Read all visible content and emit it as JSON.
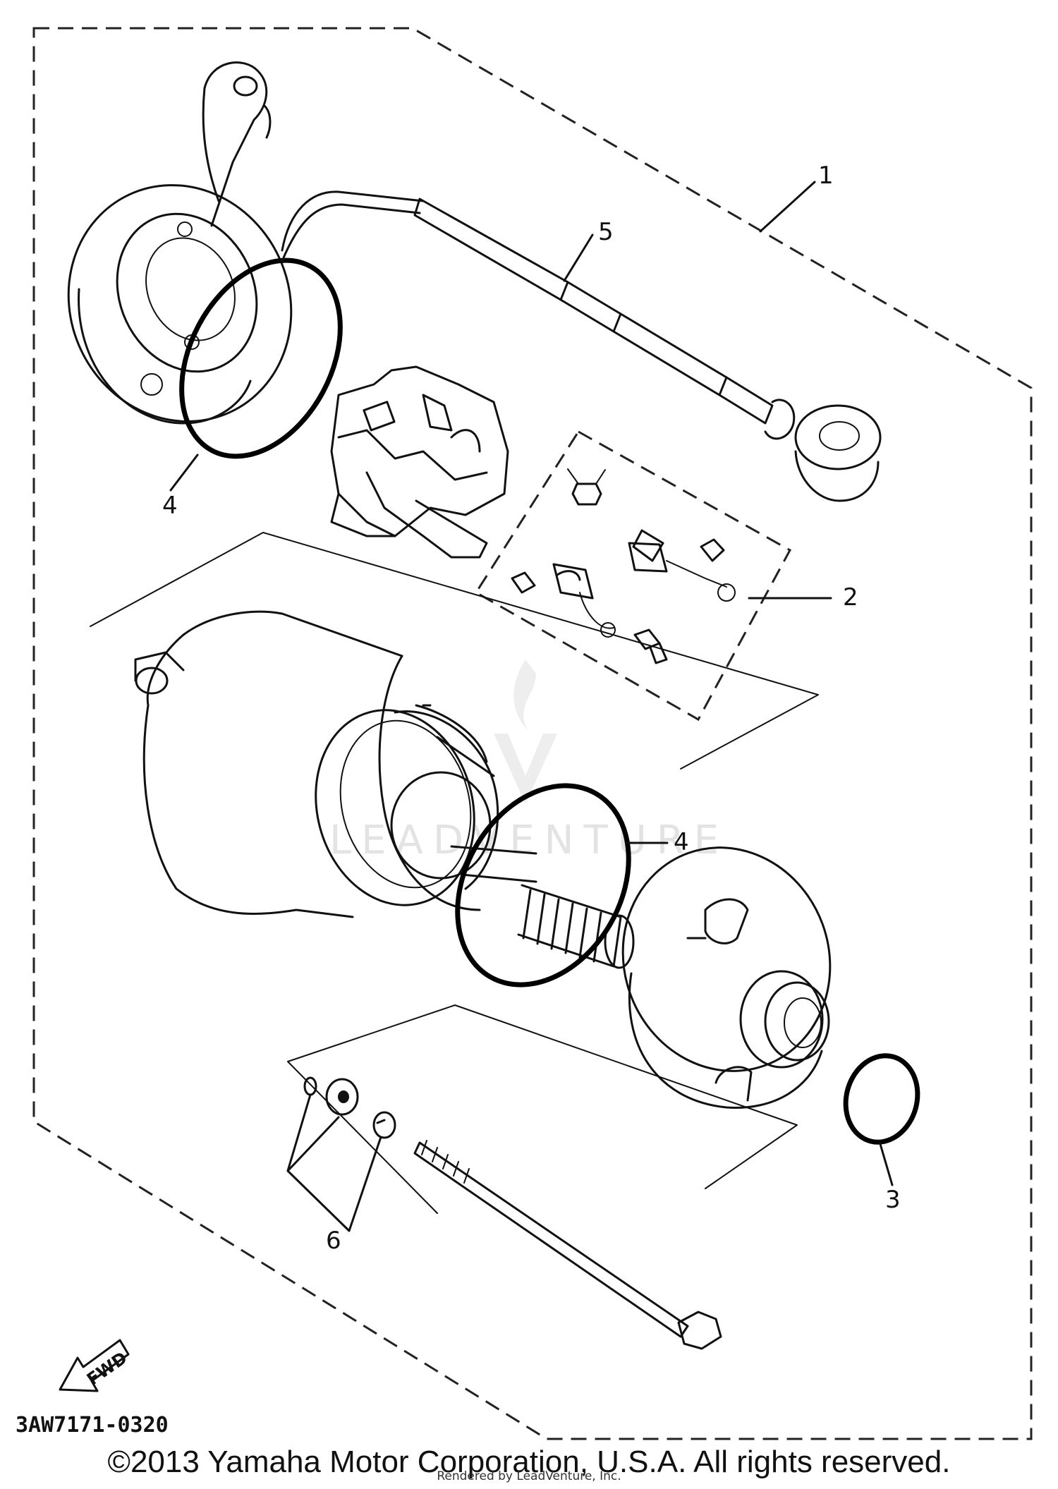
{
  "diagram": {
    "callouts": {
      "c1": "1",
      "c2": "2",
      "c3": "3",
      "c4a": "4",
      "c4b": "4",
      "c5": "5",
      "c6": "6"
    },
    "drawing_code": "3AW7171-0320",
    "fwd_label": "FWD",
    "watermark": "LEADVENTURE"
  },
  "footer": {
    "copyright": "©2013 Yamaha Motor Corporation, U.S.A. All rights reserved.",
    "rendered_by": "Rendered by LeadVenture, Inc."
  },
  "colors": {
    "line": "#111111",
    "background": "#ffffff",
    "watermark": "#e3e3e3"
  }
}
